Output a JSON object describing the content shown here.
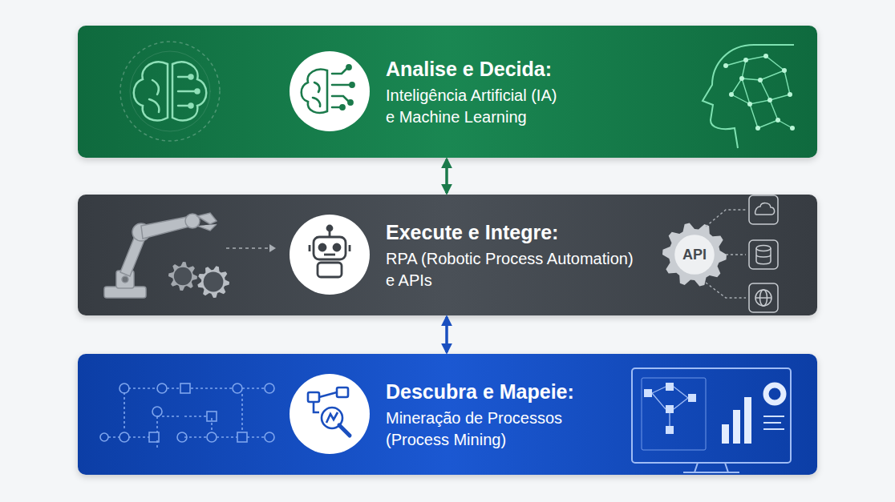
{
  "diagram": {
    "nodes": [
      {
        "text": [
          "Analise e Decida:",
          "Inteligência Artificial (IA) e Machine Learning"
        ]
      },
      {
        "text": [
          "Execute e Integre:",
          "RPA (Robotic Process Automation) e APIs"
        ]
      },
      {
        "text": [
          "Descubra e Mapeie:",
          "Mineração de Processos (Process Mining)"
        ]
      }
    ],
    "edges": [
      {
        "from": 0,
        "to": 1,
        "arrow": "both"
      },
      {
        "from": 1,
        "to": 2,
        "arrow": "both"
      }
    ],
    "labels": [
      "API"
    ]
  }
}
